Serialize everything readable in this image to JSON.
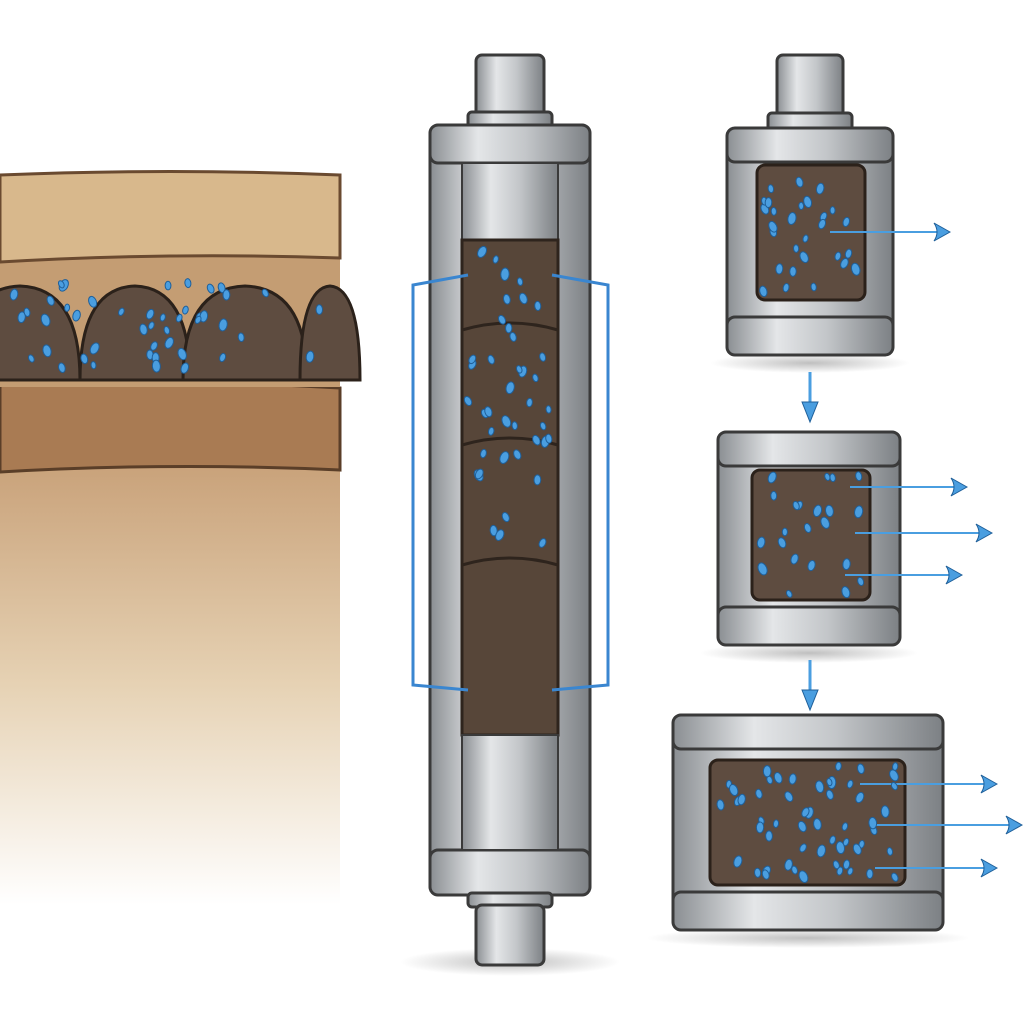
{
  "colors": {
    "background": "#ffffff",
    "sand": "#d8b88c",
    "sand_light": "#efe2cc",
    "brown_layer": "#a97b53",
    "soil_clod": "#5e4c40",
    "metal": "#b9bcc0",
    "metal_dark": "#6f7377",
    "water": "#4a9ee0",
    "outline": "#3a3a3a"
  },
  "icons": {
    "droplet": "water-droplet",
    "flow_arrow": "water-flow-arrow",
    "down_arrow": "process-down-arrow"
  }
}
